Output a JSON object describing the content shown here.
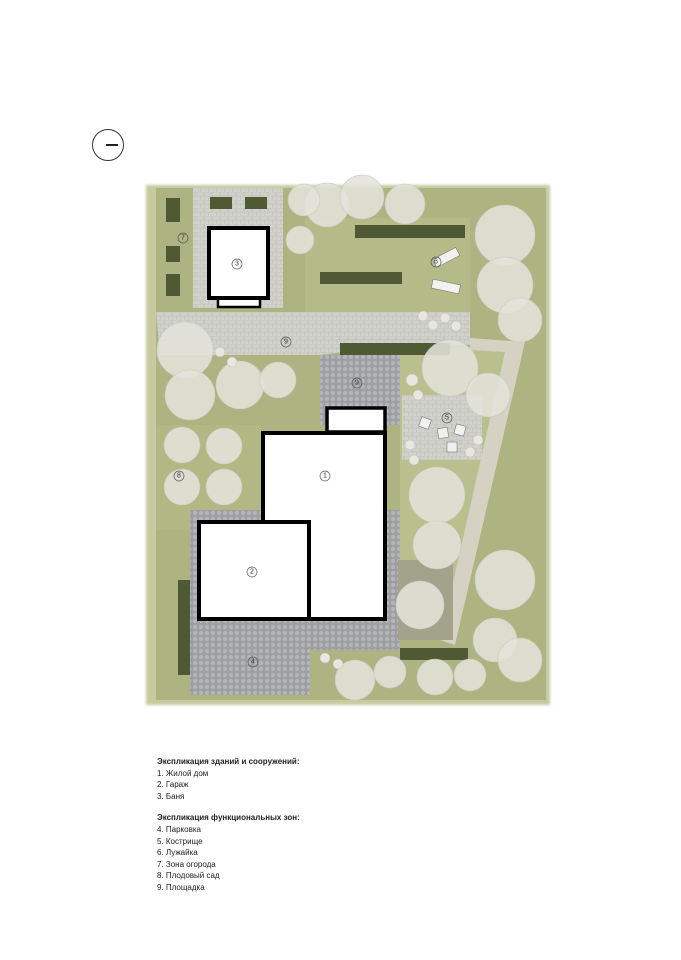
{
  "compass": {
    "icon": "north-arrow-icon"
  },
  "markers": {
    "house": "1",
    "garage": "2",
    "bathhouse": "3",
    "parking": "4",
    "firepit": "5",
    "lawn": "6",
    "vegetable_garden": "7",
    "orchard": "8",
    "platform_main": "9",
    "platform_small": "9"
  },
  "legend": {
    "buildings_title": "Экспликация  зданий и сооружений:",
    "buildings": [
      "1. Жилой дом",
      "2. Гараж",
      "3. Баня"
    ],
    "zones_title": "Экспликация функциональных зон:",
    "zones": [
      "4. Парковка",
      "5. Кострище",
      "6. Лужайка",
      "7. Зона огорода",
      "8. Плодовый сад",
      "9. Площадка"
    ]
  },
  "colors": {
    "lawn": "#a9b27e",
    "lawn_light": "#bcc295",
    "hedge": "#4f5a34",
    "paving": "#c9cbc4",
    "cobble": "#9fa0a3",
    "tree": "#e4e4dc",
    "building_outline": "#000000"
  }
}
